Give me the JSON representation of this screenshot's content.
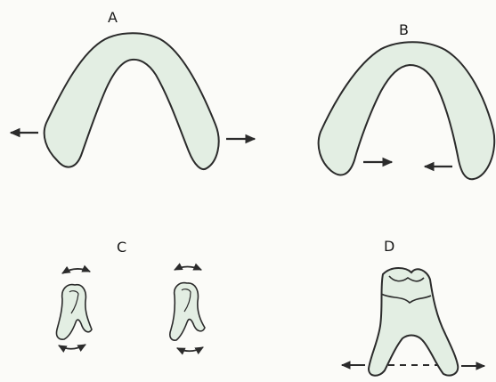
{
  "panels": {
    "a": {
      "label": "A"
    },
    "b": {
      "label": "B"
    },
    "c": {
      "label": "C"
    },
    "d": {
      "label": "D"
    }
  },
  "colors": {
    "fill": "#e3eee3",
    "stroke": "#2b2b2b",
    "background": "#fbfbf8"
  },
  "icons": [
    "arrow-left-icon",
    "arrow-right-icon",
    "curved-arrow-icon",
    "double-headed-arrow-icon"
  ]
}
